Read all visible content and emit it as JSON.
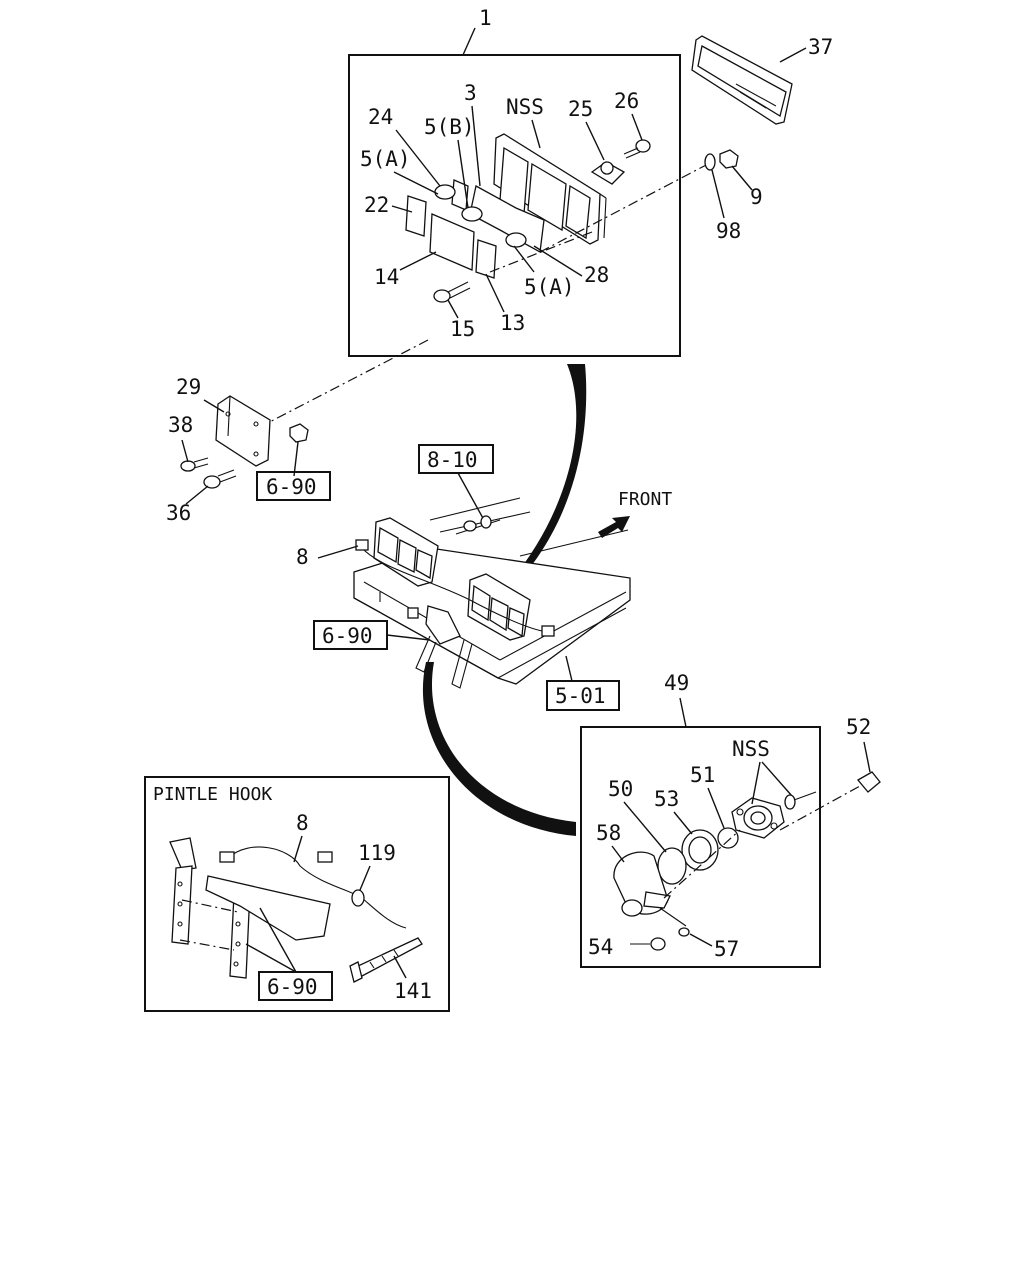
{
  "labels": {
    "p1": "1",
    "p3": "3",
    "nss_top": "NSS",
    "p24": "24",
    "p5b": "5(B)",
    "p25": "25",
    "p26": "26",
    "p5a_left": "5(A)",
    "p22": "22",
    "p14": "14",
    "p15": "15",
    "p13": "13",
    "p5a_right": "5(A)",
    "p28": "28",
    "p37": "37",
    "p9": "9",
    "p98": "98",
    "p29": "29",
    "p38": "38",
    "p36": "36",
    "ref_690_a": "6-90",
    "ref_810": "8-10",
    "front": "FRONT",
    "p8": "8",
    "ref_690_b": "6-90",
    "ref_501": "5-01",
    "p49": "49",
    "p52": "52",
    "nss_lamp": "NSS",
    "p50": "50",
    "p51": "51",
    "p53": "53",
    "p58": "58",
    "p54": "54",
    "p57": "57",
    "pintle_title": "PINTLE HOOK",
    "p8_pintle": "8",
    "p119": "119",
    "ref_690_c": "6-90",
    "p141": "141"
  }
}
